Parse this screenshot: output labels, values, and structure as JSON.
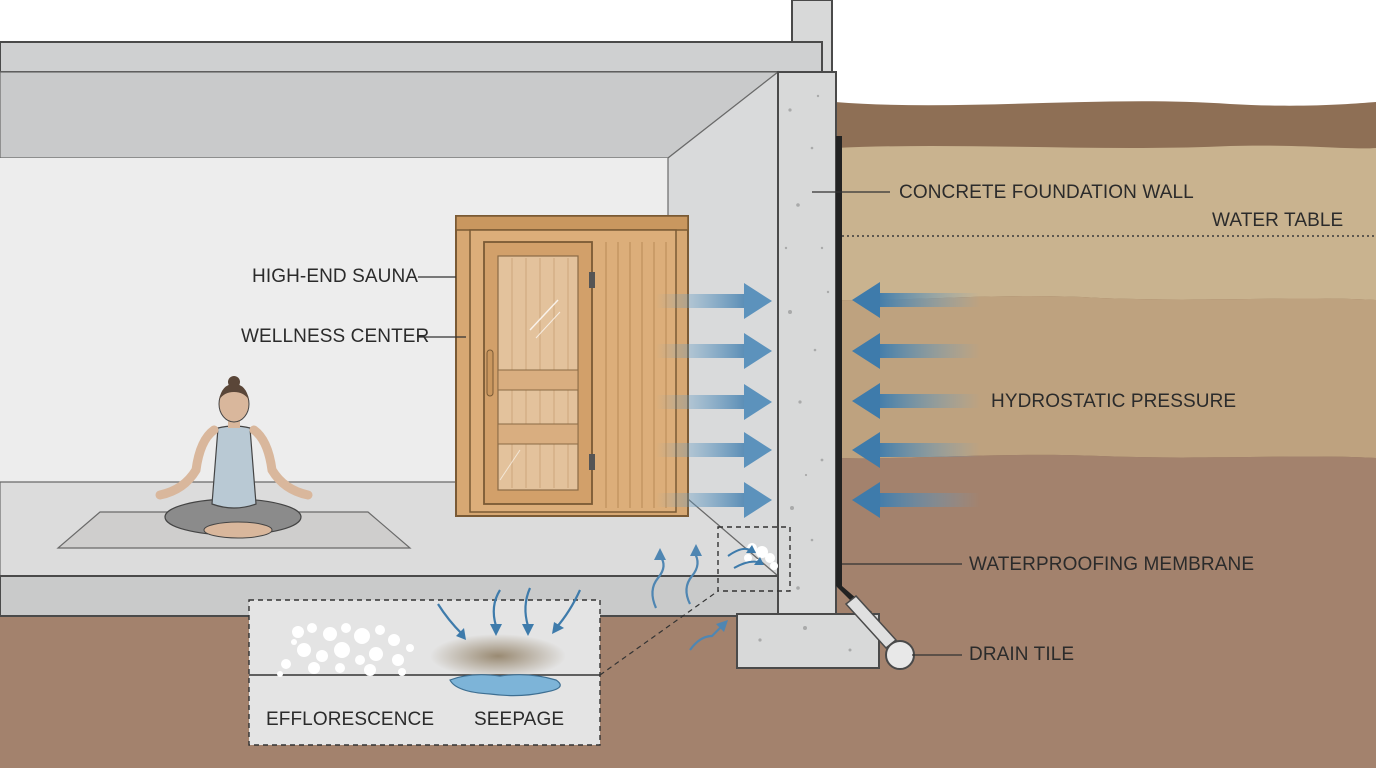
{
  "labels": {
    "concrete_foundation_wall": "CONCRETE FOUNDATION WALL",
    "water_table": "WATER TABLE",
    "high_end_sauna": "HIGH-END SAUNA",
    "wellness_center": "WELLNESS CENTER",
    "hydrostatic_pressure": "HYDROSTATIC PRESSURE",
    "waterproofing_membrane": "WATERPROOFING MEMBRANE",
    "drain_tile": "DRAIN TILE",
    "efflorescence": "EFFLORESCENCE",
    "seepage": "SEEPAGE"
  },
  "colors": {
    "soil_top": "#8e6f55",
    "soil_mid": "#c9b38f",
    "soil_band": "#bea27f",
    "soil_bottom": "#a3826d",
    "concrete": "#d8d9d9",
    "sauna_wood": "#d7a873",
    "water_arrow": "#4f86b2",
    "water_puddle": "#7db4d8"
  },
  "icons": [
    "meditating-person-icon",
    "sauna-icon",
    "pressure-arrow-icon",
    "moisture-arrow-icon",
    "drain-pipe-icon"
  ]
}
